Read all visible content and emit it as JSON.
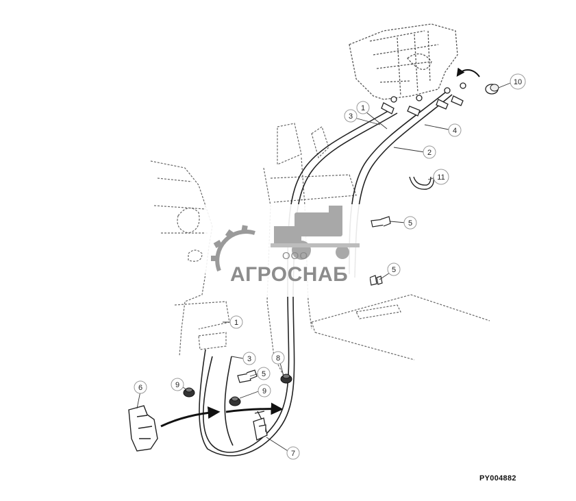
{
  "diagram": {
    "figure_id": "PY004882",
    "callouts": [
      {
        "id": "c1a",
        "label": "1"
      },
      {
        "id": "c1b",
        "label": "1"
      },
      {
        "id": "c2",
        "label": "2"
      },
      {
        "id": "c3a",
        "label": "3"
      },
      {
        "id": "c3b",
        "label": "3"
      },
      {
        "id": "c4",
        "label": "4"
      },
      {
        "id": "c5a",
        "label": "5"
      },
      {
        "id": "c5b",
        "label": "5"
      },
      {
        "id": "c5c",
        "label": "5"
      },
      {
        "id": "c6",
        "label": "6"
      },
      {
        "id": "c7",
        "label": "7"
      },
      {
        "id": "c8",
        "label": "8"
      },
      {
        "id": "c9a",
        "label": "9"
      },
      {
        "id": "c9b",
        "label": "9"
      },
      {
        "id": "c10",
        "label": "10"
      },
      {
        "id": "c11",
        "label": "11"
      }
    ]
  },
  "watermark": {
    "prefix": "ООО",
    "name": "АГРОСНАБ"
  }
}
